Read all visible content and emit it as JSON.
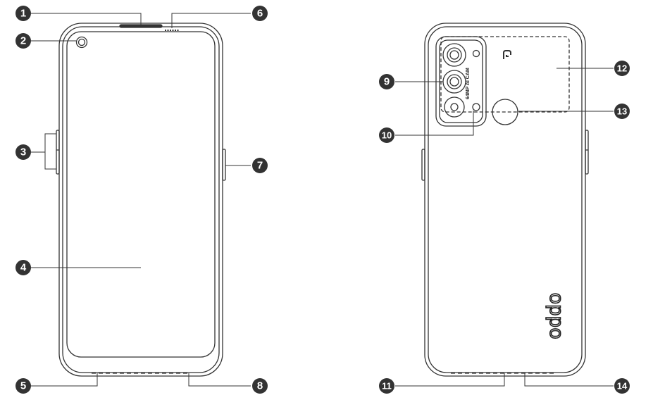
{
  "colors": {
    "line": "#333333",
    "badge": "#333333",
    "badge_text": "#ffffff",
    "background": "#ffffff"
  },
  "front_callouts": [
    {
      "id": "1",
      "label": "1"
    },
    {
      "id": "2",
      "label": "2"
    },
    {
      "id": "3",
      "label": "3"
    },
    {
      "id": "4",
      "label": "4"
    },
    {
      "id": "5",
      "label": "5"
    },
    {
      "id": "6",
      "label": "6"
    },
    {
      "id": "7",
      "label": "7"
    },
    {
      "id": "8",
      "label": "8"
    }
  ],
  "back_callouts": [
    {
      "id": "9",
      "label": "9"
    },
    {
      "id": "10",
      "label": "10"
    },
    {
      "id": "11",
      "label": "11"
    },
    {
      "id": "12",
      "label": "12"
    },
    {
      "id": "13",
      "label": "13"
    },
    {
      "id": "14",
      "label": "14"
    }
  ],
  "back": {
    "camera_text": "64MP AI CAM",
    "brand_text": "oppo"
  }
}
